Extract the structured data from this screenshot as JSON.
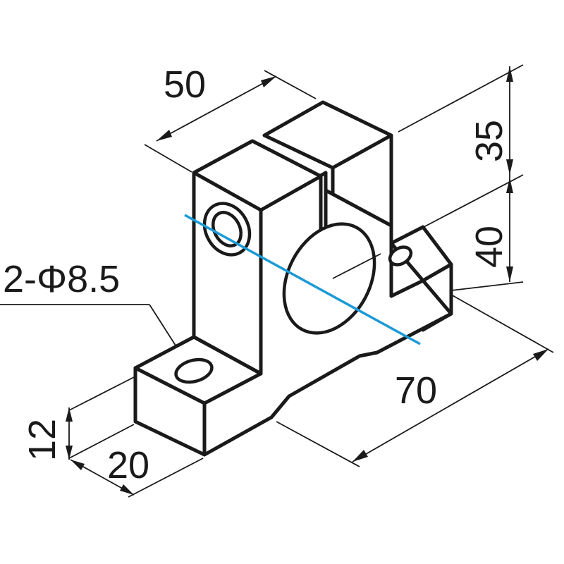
{
  "dimensions": {
    "width_top": "50",
    "height_upper": "35",
    "height_lower": "40",
    "length_total": "70",
    "base_height": "12",
    "base_width": "20",
    "hole_spec": "2-Φ8.5"
  },
  "colors": {
    "line": "#1a1a1a",
    "axis": "#1b9ad6"
  }
}
